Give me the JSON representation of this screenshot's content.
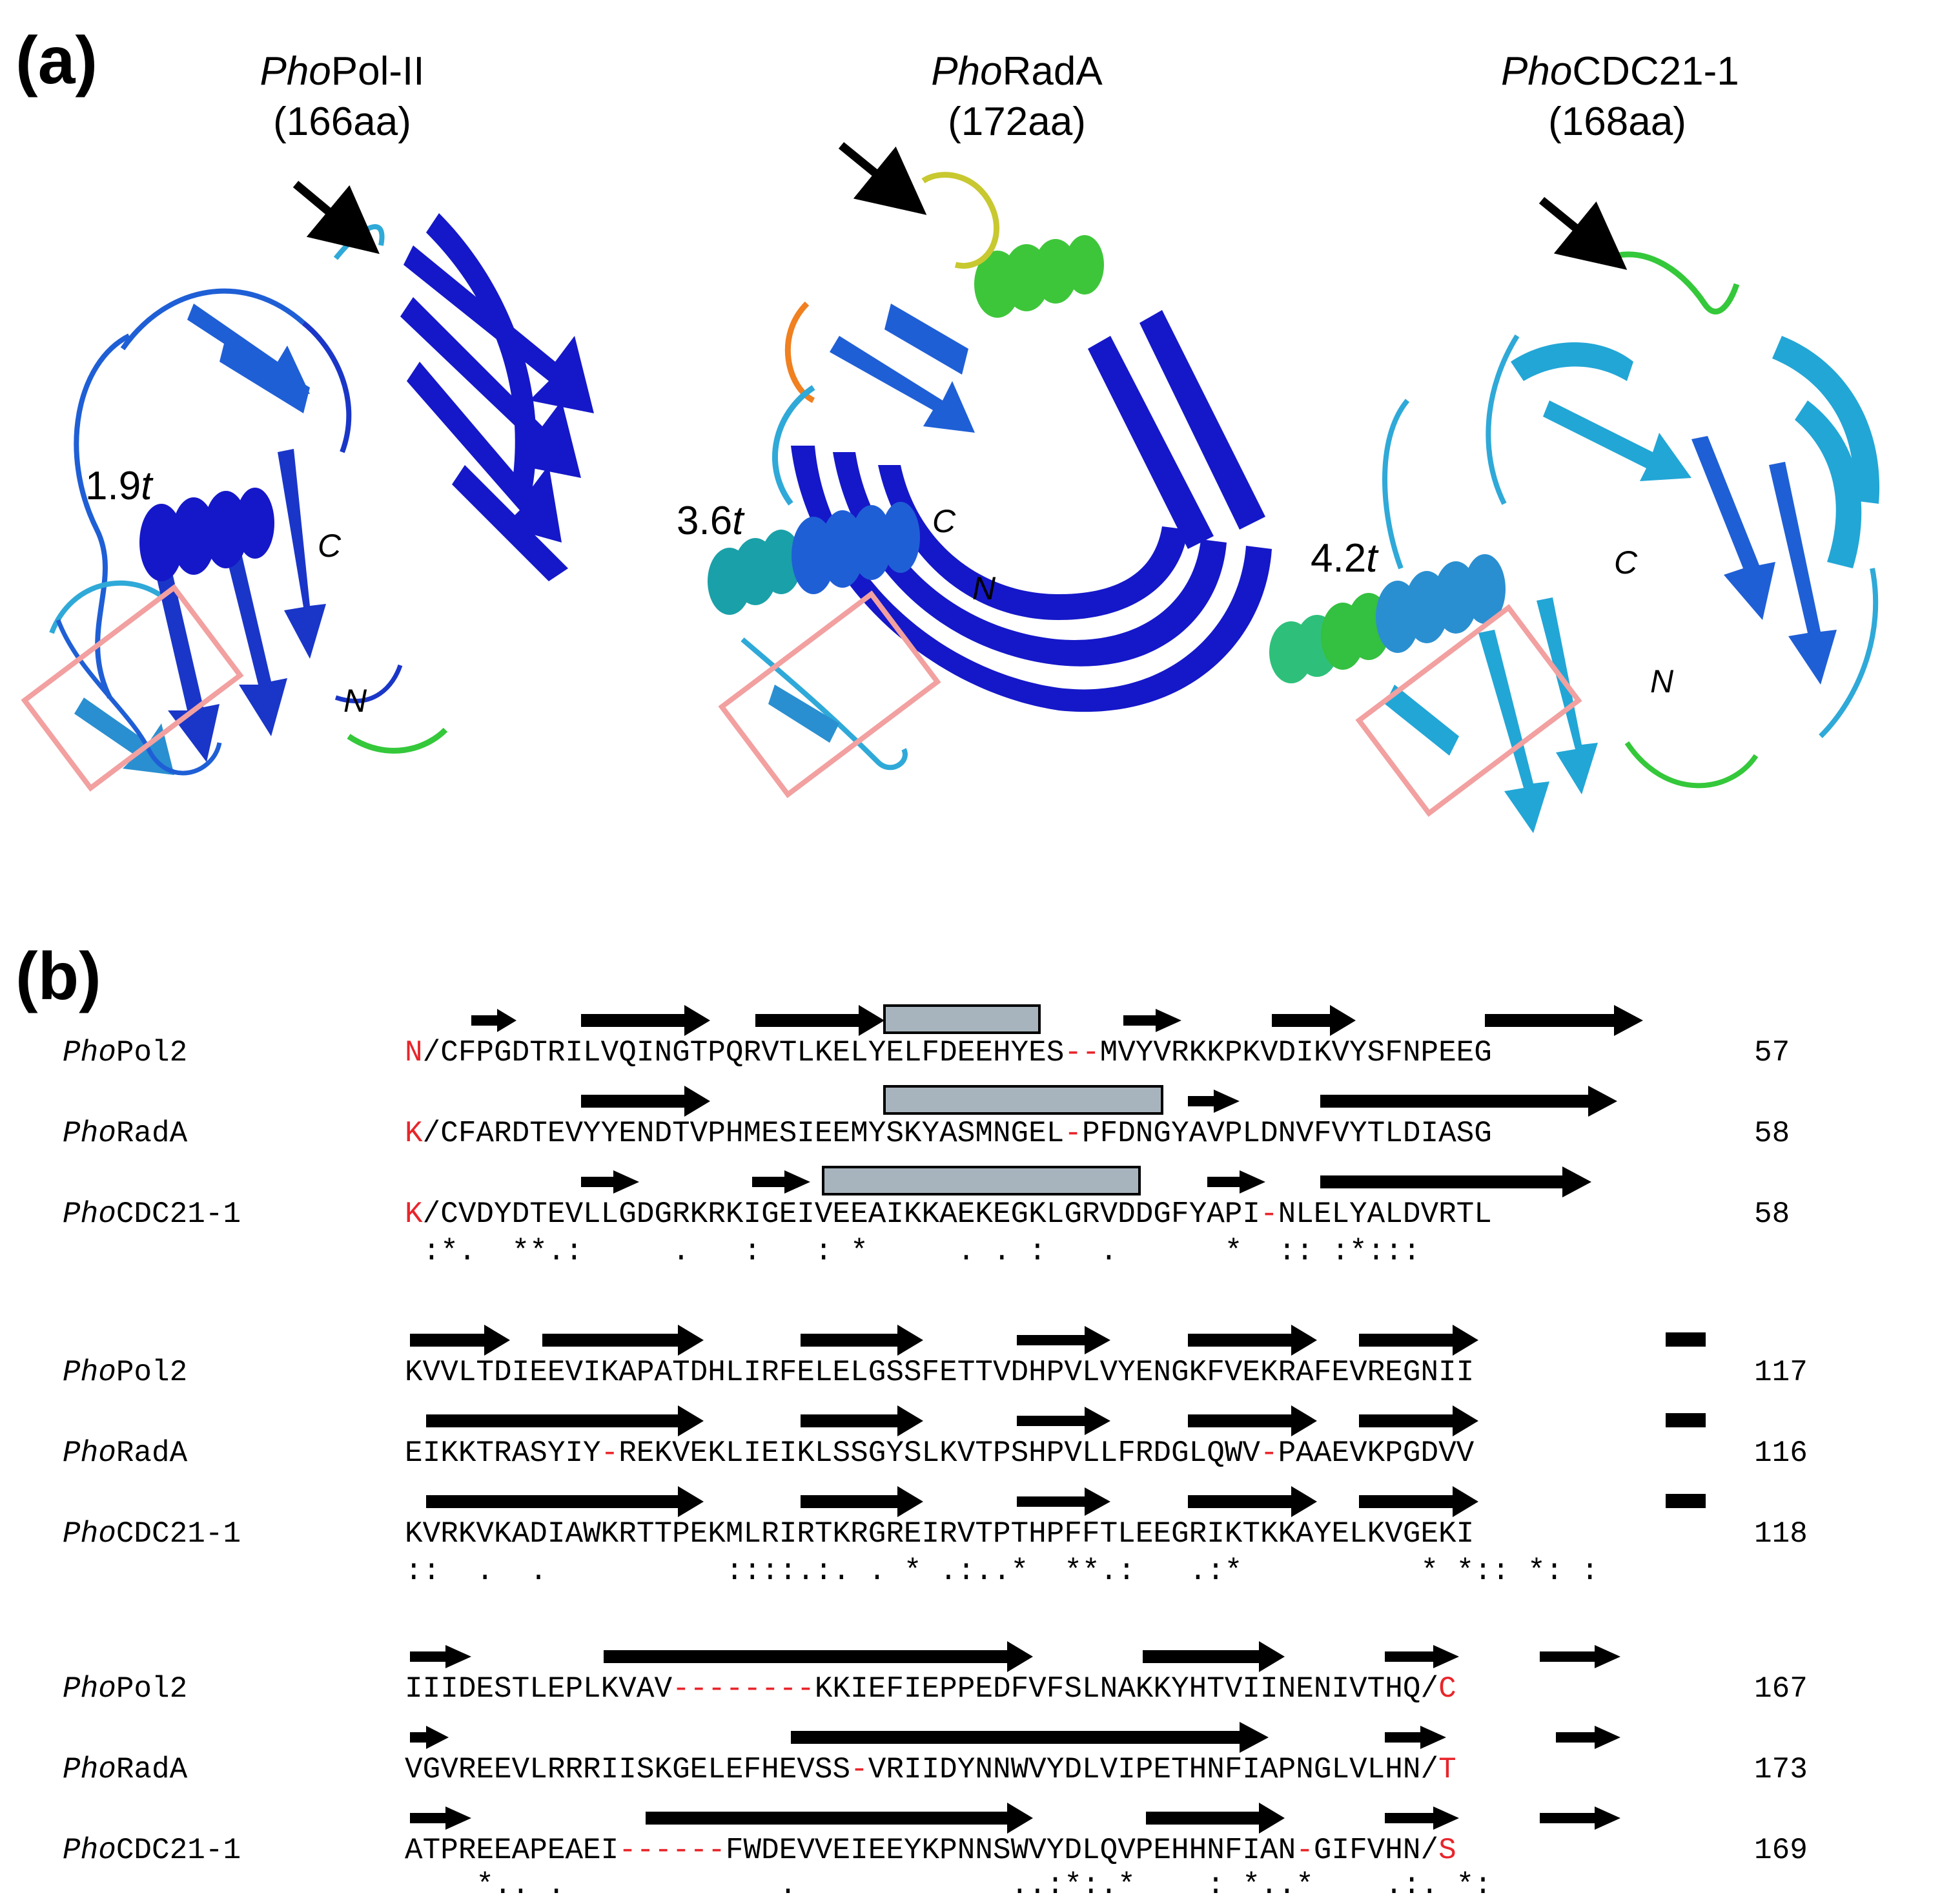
{
  "panel_a": {
    "label": "(a)",
    "structures": [
      {
        "name_italic": "Pho",
        "name_rest": "Pol-II",
        "length": "(166aa)",
        "scale_label": "1.9",
        "scale_unit": "t",
        "c_term": "C",
        "n_term": "N"
      },
      {
        "name_italic": "Pho",
        "name_rest": "RadA",
        "length": "(172aa)",
        "scale_label": "3.6",
        "scale_unit": "t",
        "c_term": "C",
        "n_term": "N"
      },
      {
        "name_italic": "Pho",
        "name_rest": "CDC21-1",
        "length": "(168aa)",
        "scale_label": "4.2",
        "scale_unit": "t",
        "c_term": "C",
        "n_term": "N"
      }
    ]
  },
  "panel_b": {
    "label": "(b)",
    "blocks": [
      {
        "rows": [
          {
            "prefix": "Pho",
            "name": "Pol2",
            "first": "N",
            "seq": "/CFPGDTRILVQINGTPQRVTLKELYELFDEEHYES--MVYVRKKPKVDIKVYSFNPEEG",
            "end": "57"
          },
          {
            "prefix": "Pho",
            "name": "RadA",
            "first": "K",
            "seq": "/CFARDTEVYYENDTVPHMESIEEMYSKYASMNGEL-PFDNGYAVPLDNVFVYTLDIASG",
            "end": "58"
          },
          {
            "prefix": "Pho",
            "name": "CDC21-1",
            "first": "K",
            "seq": "/CVDYDTEVLLGDGRKRKIGEIVEEAIKKAEKEGKLGRVDDGFYAPI-NLELYALDVRTL",
            "end": "58"
          }
        ],
        "consensus": " :*.  **.:     .   :   : *     . . :   .      *  :: :*:::"
      },
      {
        "rows": [
          {
            "prefix": "Pho",
            "name": "Pol2",
            "first": "",
            "seq": "KVVLTDIEEVIKAPATDHLIRFELELGSSFETTVDHPVLVYENGKFVEKRAFEVREGNII",
            "end": "117"
          },
          {
            "prefix": "Pho",
            "name": "RadA",
            "first": "",
            "seq": "EIKKTRASYIY-REKVEKLIEIKLSSGYSLKVTPSHPVLLFRDGLQWV-PAAEVKPGDVV",
            "end": "116"
          },
          {
            "prefix": "Pho",
            "name": "CDC21-1",
            "first": "",
            "seq": "KVRKVKADIAWKRTTPEKMLRIRTKRGREIRVTPTHPFFTLEEGRIKTKKAYELKVGEKI",
            "end": "118"
          }
        ],
        "consensus": "::  .  .          ::::.:. . * .:..*  **.:   .:*          * *:: *: :"
      },
      {
        "rows": [
          {
            "prefix": "Pho",
            "name": "Pol2",
            "first": "",
            "seq": "IIIDESTLEPLKVAV--------KKIEFIEPPEDFVFSLNAKKYHTVIINENIVTHQ/",
            "last": "C",
            "end": "167"
          },
          {
            "prefix": "Pho",
            "name": "RadA",
            "first": "",
            "seq": "VGVREEVLRRRIISKGELEFHEVSS-VRIIDYNNWVYDLVIPETHNFIAPNGLVLHN/",
            "last": "T",
            "end": "173"
          },
          {
            "prefix": "Pho",
            "name": "CDC21-1",
            "first": "",
            "seq": "ATPREEAPEAEI------FWDEVVEIEEYKPNNSWVYDLQVPEHHNFIAN-GIFVHN/",
            "last": "S",
            "end": "169"
          }
        ],
        "consensus": "    *.. .            .            ..:*:.*    : *..*    .:. *:"
      }
    ]
  },
  "colors": {
    "helix_fill": "#a7b4bd",
    "box": "#f2a0a0",
    "red": "#e8252b",
    "blue_dark": "#1518c8",
    "blue_mid": "#1f5fd6",
    "cyan": "#2fa9d8",
    "green": "#34c83a"
  }
}
